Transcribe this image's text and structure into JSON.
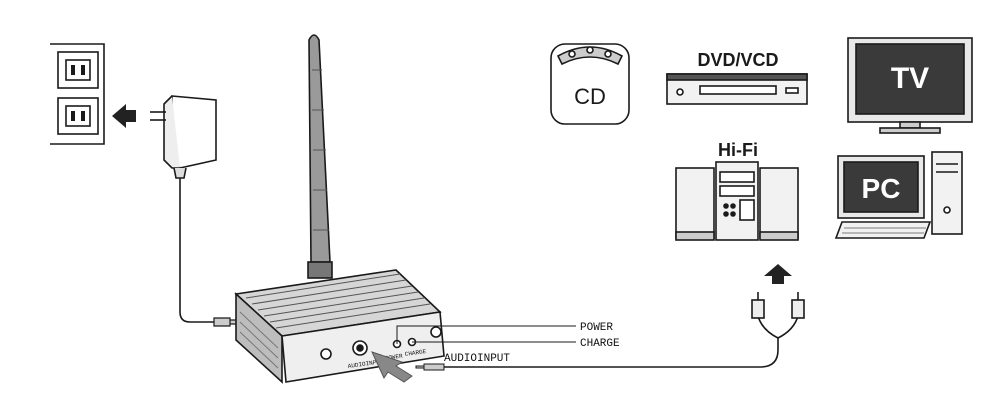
{
  "labels": {
    "power": "POWER",
    "charge": "CHARGE",
    "audio_input": "AUDIOINPUT"
  },
  "panel": {
    "audio_input": "AUDIOINPUT",
    "power": "POWER",
    "charge": "CHARGE"
  },
  "devices": {
    "cd": "CD",
    "dvd": "DVD/VCD",
    "tv": "TV",
    "hifi": "Hi-Fi",
    "pc": "PC"
  },
  "colors": {
    "line": "#1a1a1a",
    "screen": "#3a3a3a",
    "device_fill": "#f2f2f2"
  }
}
